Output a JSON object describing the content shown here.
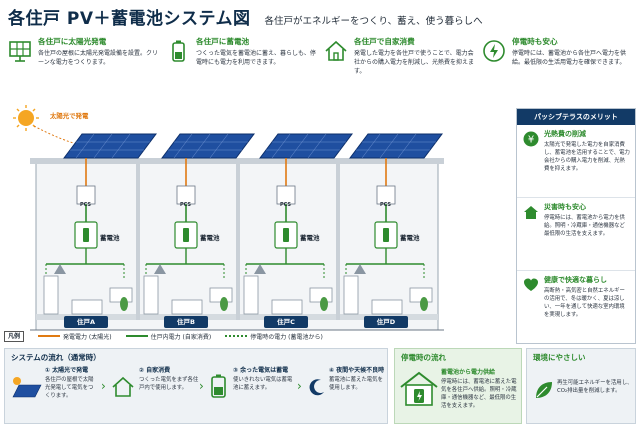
{
  "header": {
    "title": "各住戸 PV＋蓄電池システム図",
    "subtitle": "各住戸がエネルギーをつくり、蓄え、使う暮らしへ"
  },
  "features": [
    {
      "icon": "solar-panel-icon",
      "title": "各住戸に太陽光発電",
      "desc": "各住戸の屋根に太陽光発電設備を設置。クリーンな電力をつくります。"
    },
    {
      "icon": "battery-icon",
      "title": "各住戸に蓄電池",
      "desc": "つくった電気を蓄電池に蓄え、暮らしも、停電時にも電力を利用できます。"
    },
    {
      "icon": "house-icon",
      "title": "各住戸で自家消費",
      "desc": "発電した電力を各住戸で使うことで、電力会社からの購入電力を削減し、光熱費を抑えます。"
    },
    {
      "icon": "plug-icon",
      "title": "停電時も安心",
      "desc": "停電時には、蓄電池から各住戸へ電力を供給。最低限の生活用電力を確保できます。"
    }
  ],
  "diagram": {
    "sun_label": "太陽光で発電",
    "units": [
      "住戸A",
      "住戸B",
      "住戸C",
      "住戸D"
    ],
    "pcs_label": "PCS",
    "battery_label": "蓄電池"
  },
  "legend": {
    "key": "凡例",
    "items": [
      {
        "label": "発電電力 (太陽光)",
        "color": "#e07a12",
        "style": "solid"
      },
      {
        "label": "住戸内電力 (自家消費)",
        "color": "#2e8b2e",
        "style": "solid"
      },
      {
        "label": "停電時の電力 (蓄電池から)",
        "color": "#2e8b2e",
        "style": "dotted"
      }
    ]
  },
  "merit": {
    "title": "パッシブテラスのメリット",
    "items": [
      {
        "icon": "yen-icon",
        "title": "光熱費の削減",
        "desc": "太陽光で発電した電力を自家消費し、蓄電池を活用することで、電力会社からの購入電力を削減、光熱費を抑えます。"
      },
      {
        "icon": "house-icon",
        "title": "災害時も安心",
        "desc": "停電時には、蓄電池から電力を供給。照明・冷蔵庫・通信機器など最低限の生活を支えます。"
      },
      {
        "icon": "heart-icon",
        "title": "健康で快適な暮らし",
        "desc": "高断熱・高気密と自然エネルギーの活用で、冬は暖かく、夏は涼しい、一年を通して快適な室内環境を実現します。"
      }
    ]
  },
  "flow": {
    "title": "システムの流れ（通常時）",
    "steps": [
      {
        "num": "① 太陽光で発電",
        "desc": "各住戸の屋根で太陽光発電して電気をつくります。"
      },
      {
        "num": "② 自家消費",
        "desc": "つくった電気をまず各住戸内で使用します。"
      },
      {
        "num": "③ 余った電気は蓄電",
        "desc": "使いきれない電気は蓄電池に蓄えます。"
      },
      {
        "num": "④ 夜間や天候不良時",
        "desc": "蓄電池に蓄えた電気を使用します。"
      }
    ]
  },
  "outage": {
    "title": "停電時の流れ",
    "sub": "蓄電池から電力供給",
    "desc": "停電時には、蓄電池に蓄えた電気を各住戸へ供給。照明・冷蔵庫・通信機器など、最低限の生活を支えます。"
  },
  "eco": {
    "title": "環境にやさしい",
    "desc": "再生可能エネルギーを活用し、CO₂排出量を削減します。"
  },
  "colors": {
    "navy": "#123a66",
    "green": "#2e8b2e",
    "orange": "#e07a12",
    "panel": "#1f4fa0"
  }
}
